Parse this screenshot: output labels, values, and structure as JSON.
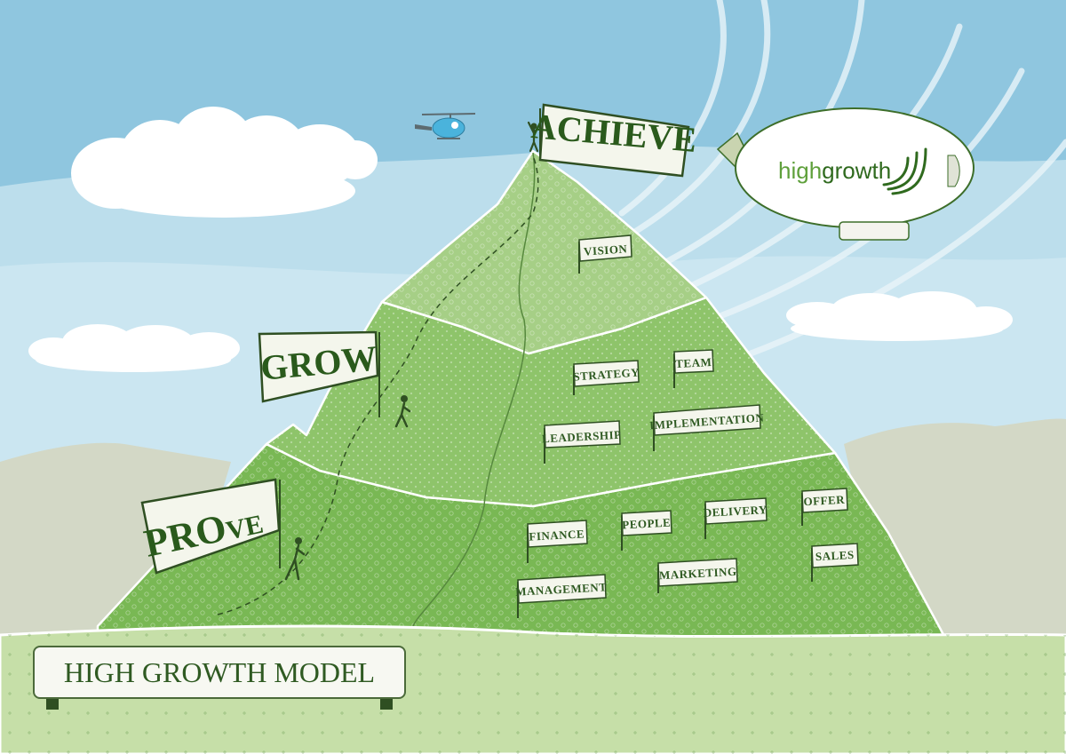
{
  "title": "HIGH GROWTH MODEL",
  "blimp": {
    "brand_prefix": "high",
    "brand_suffix": "growth"
  },
  "flags": {
    "achieve": "ACHIEVE",
    "grow": "GROW",
    "prove_big": "PRO",
    "prove_small": "VE"
  },
  "signs": {
    "vision": "VISION",
    "strategy": "STRATEGY",
    "team": "TEAM",
    "leadership": "LEADERSHIP",
    "implementation": "IMPLEMENTATION",
    "finance": "FINANCE",
    "people": "PEOPLE",
    "delivery": "DELIVERY",
    "offer": "OFFER",
    "sales": "SALES",
    "management": "MANAGEMENT",
    "marketing": "MARKETING"
  },
  "colors": {
    "sky": "#8fc6df",
    "mountain_top": "#a6cf86",
    "mountain_mid": "#8ec46a",
    "mountain_base": "#79b854",
    "ground": "#c6dfa8",
    "ink": "#2f5a22"
  }
}
